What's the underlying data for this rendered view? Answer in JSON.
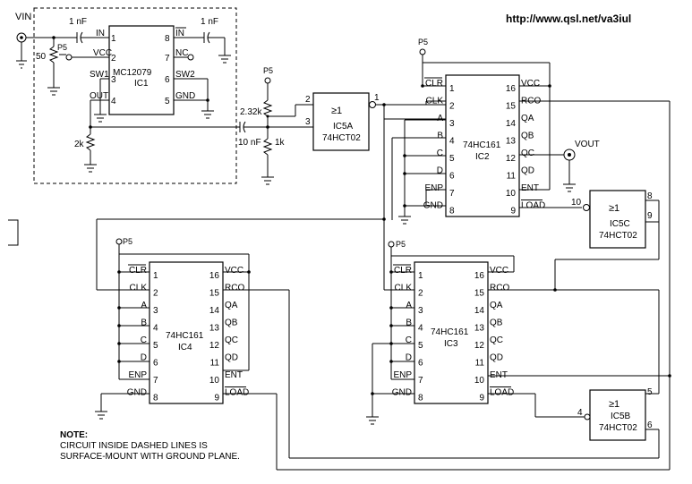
{
  "url": "http://www.qsl.net/va3iul",
  "labels": {
    "vin": "VIN",
    "vout": "VOUT",
    "p5": "P5",
    "cap_1nf": "1 nF",
    "cap_10nf": "10 nF",
    "r_50": "50",
    "r_2k": "2k",
    "r_232k": "2.32k",
    "r_1k": "1k",
    "ge1": "≥1",
    "ic5_part": "74HCT02"
  },
  "ic1": {
    "name": "MC12079",
    "ref": "IC1",
    "pins": {
      "p1": "1",
      "p2": "2",
      "p3": "3",
      "p4": "4",
      "p5": "5",
      "p6": "6",
      "p7": "7",
      "p8": "8"
    },
    "pin_names": {
      "in": "IN",
      "vcc": "VCC",
      "sw1": "SW1",
      "out": "OUT",
      "in_bar": "IN",
      "nc": "NC",
      "sw2": "SW2",
      "gnd": "GND"
    }
  },
  "ic5a": {
    "ref": "IC5A",
    "pin_in1": "2",
    "pin_in2": "3",
    "pin_out": "1"
  },
  "ic5b": {
    "ref": "IC5B",
    "pin_in1": "4",
    "pin_in2": "5",
    "pin_out": "6"
  },
  "ic5c": {
    "ref": "IC5C",
    "pin_in": "10",
    "pin_out1": "8",
    "pin_out2": "9"
  },
  "counter_pins": {
    "left": [
      "CLR",
      "CLK",
      "A",
      "B",
      "C",
      "D",
      "ENP",
      "GND"
    ],
    "left_nums": [
      "1",
      "2",
      "3",
      "4",
      "5",
      "6",
      "7",
      "8"
    ],
    "right": [
      "VCC",
      "RCO",
      "QA",
      "QB",
      "QC",
      "QD",
      "ENT",
      "LOAD"
    ],
    "right_nums": [
      "16",
      "15",
      "14",
      "13",
      "12",
      "11",
      "10",
      "9"
    ]
  },
  "ic2": {
    "part": "74HC161",
    "ref": "IC2"
  },
  "ic3": {
    "part": "74HC161",
    "ref": "IC3"
  },
  "ic4": {
    "part": "74HC161",
    "ref": "IC4"
  },
  "note": {
    "title": "NOTE:",
    "line1": "CIRCUIT INSIDE DASHED LINES IS",
    "line2": "SURFACE-MOUNT WITH GROUND PLANE."
  }
}
